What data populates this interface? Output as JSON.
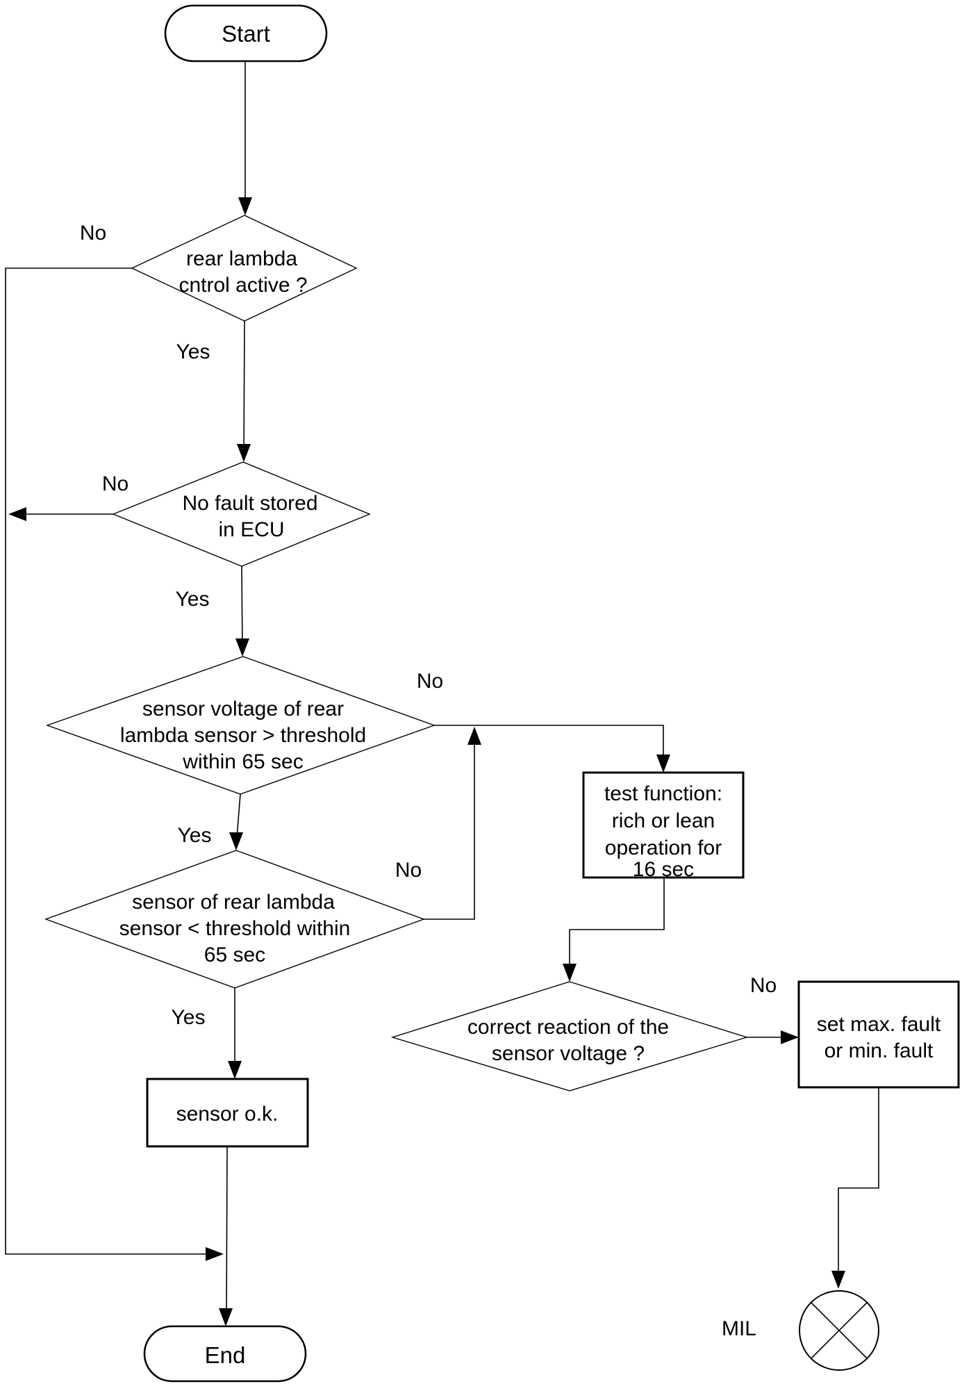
{
  "diagram": {
    "type": "flowchart",
    "colors": {
      "background": "#ffffff",
      "line": "#000000",
      "text": "#000000"
    },
    "nodes": {
      "start": {
        "shape": "terminator",
        "label": "Start"
      },
      "rear_lambda_check": {
        "shape": "decision",
        "lines": [
          "rear lambda",
          "cntrol active ?"
        ]
      },
      "no_fault_check": {
        "shape": "decision",
        "lines": [
          "No fault stored",
          "in ECU"
        ]
      },
      "voltage_above_check": {
        "shape": "decision",
        "lines": [
          "sensor voltage of rear",
          "lambda sensor > threshold",
          "within 65 sec"
        ]
      },
      "voltage_below_check": {
        "shape": "decision",
        "lines": [
          "sensor of rear lambda",
          "sensor < threshold within",
          "65 sec"
        ]
      },
      "sensor_ok": {
        "shape": "process",
        "lines": [
          "sensor o.k."
        ]
      },
      "test_function": {
        "shape": "process",
        "lines": [
          "test function:",
          "rich or lean",
          "operation for",
          "16 sec"
        ]
      },
      "correct_reaction_check": {
        "shape": "decision",
        "lines": [
          "correct reaction  of the",
          "sensor voltage ?"
        ]
      },
      "set_fault": {
        "shape": "process",
        "lines": [
          "set max. fault",
          "or min. fault"
        ]
      },
      "mil": {
        "shape": "indicator-lamp",
        "label": "MIL"
      },
      "end": {
        "shape": "terminator",
        "label": "End"
      }
    },
    "edge_labels": {
      "rear_lambda_no": "No",
      "rear_lambda_yes": "Yes",
      "no_fault_no": "No",
      "no_fault_yes": "Yes",
      "voltage_above_no": "No",
      "voltage_above_yes": "Yes",
      "voltage_below_no": "No",
      "voltage_below_yes": "Yes",
      "correct_reaction_no": "No"
    }
  }
}
